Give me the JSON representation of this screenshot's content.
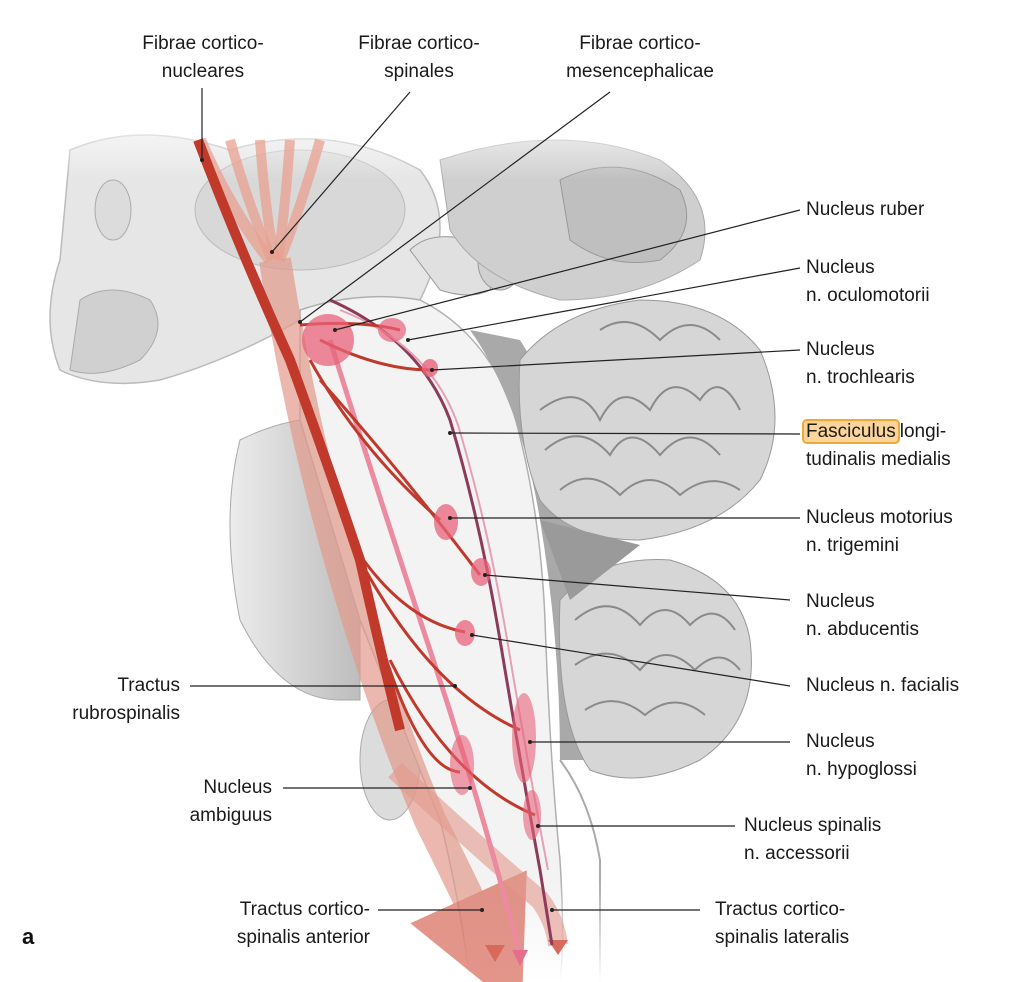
{
  "figure_label": "a",
  "labels": {
    "corticonucleares": {
      "line1": "Fibrae cortico-",
      "line2": "nucleares"
    },
    "corticospinales": {
      "line1": "Fibrae cortico-",
      "line2": "spinales"
    },
    "corticomesencephalicae": {
      "line1": "Fibrae cortico-",
      "line2": "mesencephalicae"
    },
    "nucleus_ruber": {
      "line1": "Nucleus ruber"
    },
    "oculomotorii": {
      "line1": "Nucleus",
      "line2": "n. oculomotorii"
    },
    "trochlearis": {
      "line1": "Nucleus",
      "line2": "n. trochlearis"
    },
    "fasciculus": {
      "highlight": "Fasciculus",
      "line1_rest": "longi-",
      "line2": "tudinalis medialis"
    },
    "trigemini": {
      "line1": "Nucleus motorius",
      "line2": "n. trigemini"
    },
    "abducentis": {
      "line1": "Nucleus",
      "line2": "n. abducentis"
    },
    "facialis": {
      "line1": "Nucleus n. facialis"
    },
    "hypoglossi": {
      "line1": "Nucleus",
      "line2": "n. hypoglossi"
    },
    "accessorii": {
      "line1": "Nucleus spinalis",
      "line2": "n. accessorii"
    },
    "cs_lateralis": {
      "line1": "Tractus cortico-",
      "line2": "spinalis lateralis"
    },
    "cs_anterior": {
      "line1": "Tractus cortico-",
      "line2": "spinalis anterior"
    },
    "rubrospinalis": {
      "line1": "Tractus",
      "line2": "rubrospinalis"
    },
    "ambiguus": {
      "line1": "Nucleus",
      "line2": "ambiguus"
    }
  },
  "colors": {
    "tract_dark": "#c0392b",
    "tract_light": "#e8909a",
    "tract_pink": "#e56f8a",
    "mlf": "#8e3a5a",
    "nucleus_fill": "#e8637a",
    "highlight_fill": "#fdd59a",
    "highlight_border": "#f0a838",
    "anatomy_gray": "#d9d9d9",
    "leader_line": "#222222"
  }
}
